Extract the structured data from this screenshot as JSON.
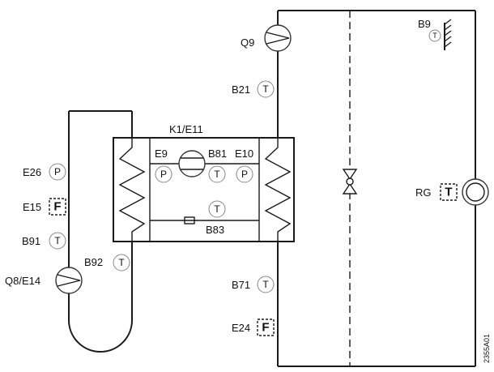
{
  "labels": {
    "q9": "Q9",
    "b9": "B9",
    "b21": "B21",
    "k1e11": "K1/E11",
    "e9": "E9",
    "b81": "B81",
    "e10": "E10",
    "e26": "E26",
    "e15": "E15",
    "b91": "B91",
    "b83": "B83",
    "rg": "RG",
    "q8e14": "Q8/E14",
    "b92": "B92",
    "b71": "B71",
    "e24": "E24",
    "doc_code": "2355A01"
  },
  "symbols": {
    "temperature": "T",
    "pressure": "P",
    "flow": "F"
  },
  "colors": {
    "line": "#1a1a1a",
    "sensor_ring": "#888888"
  }
}
